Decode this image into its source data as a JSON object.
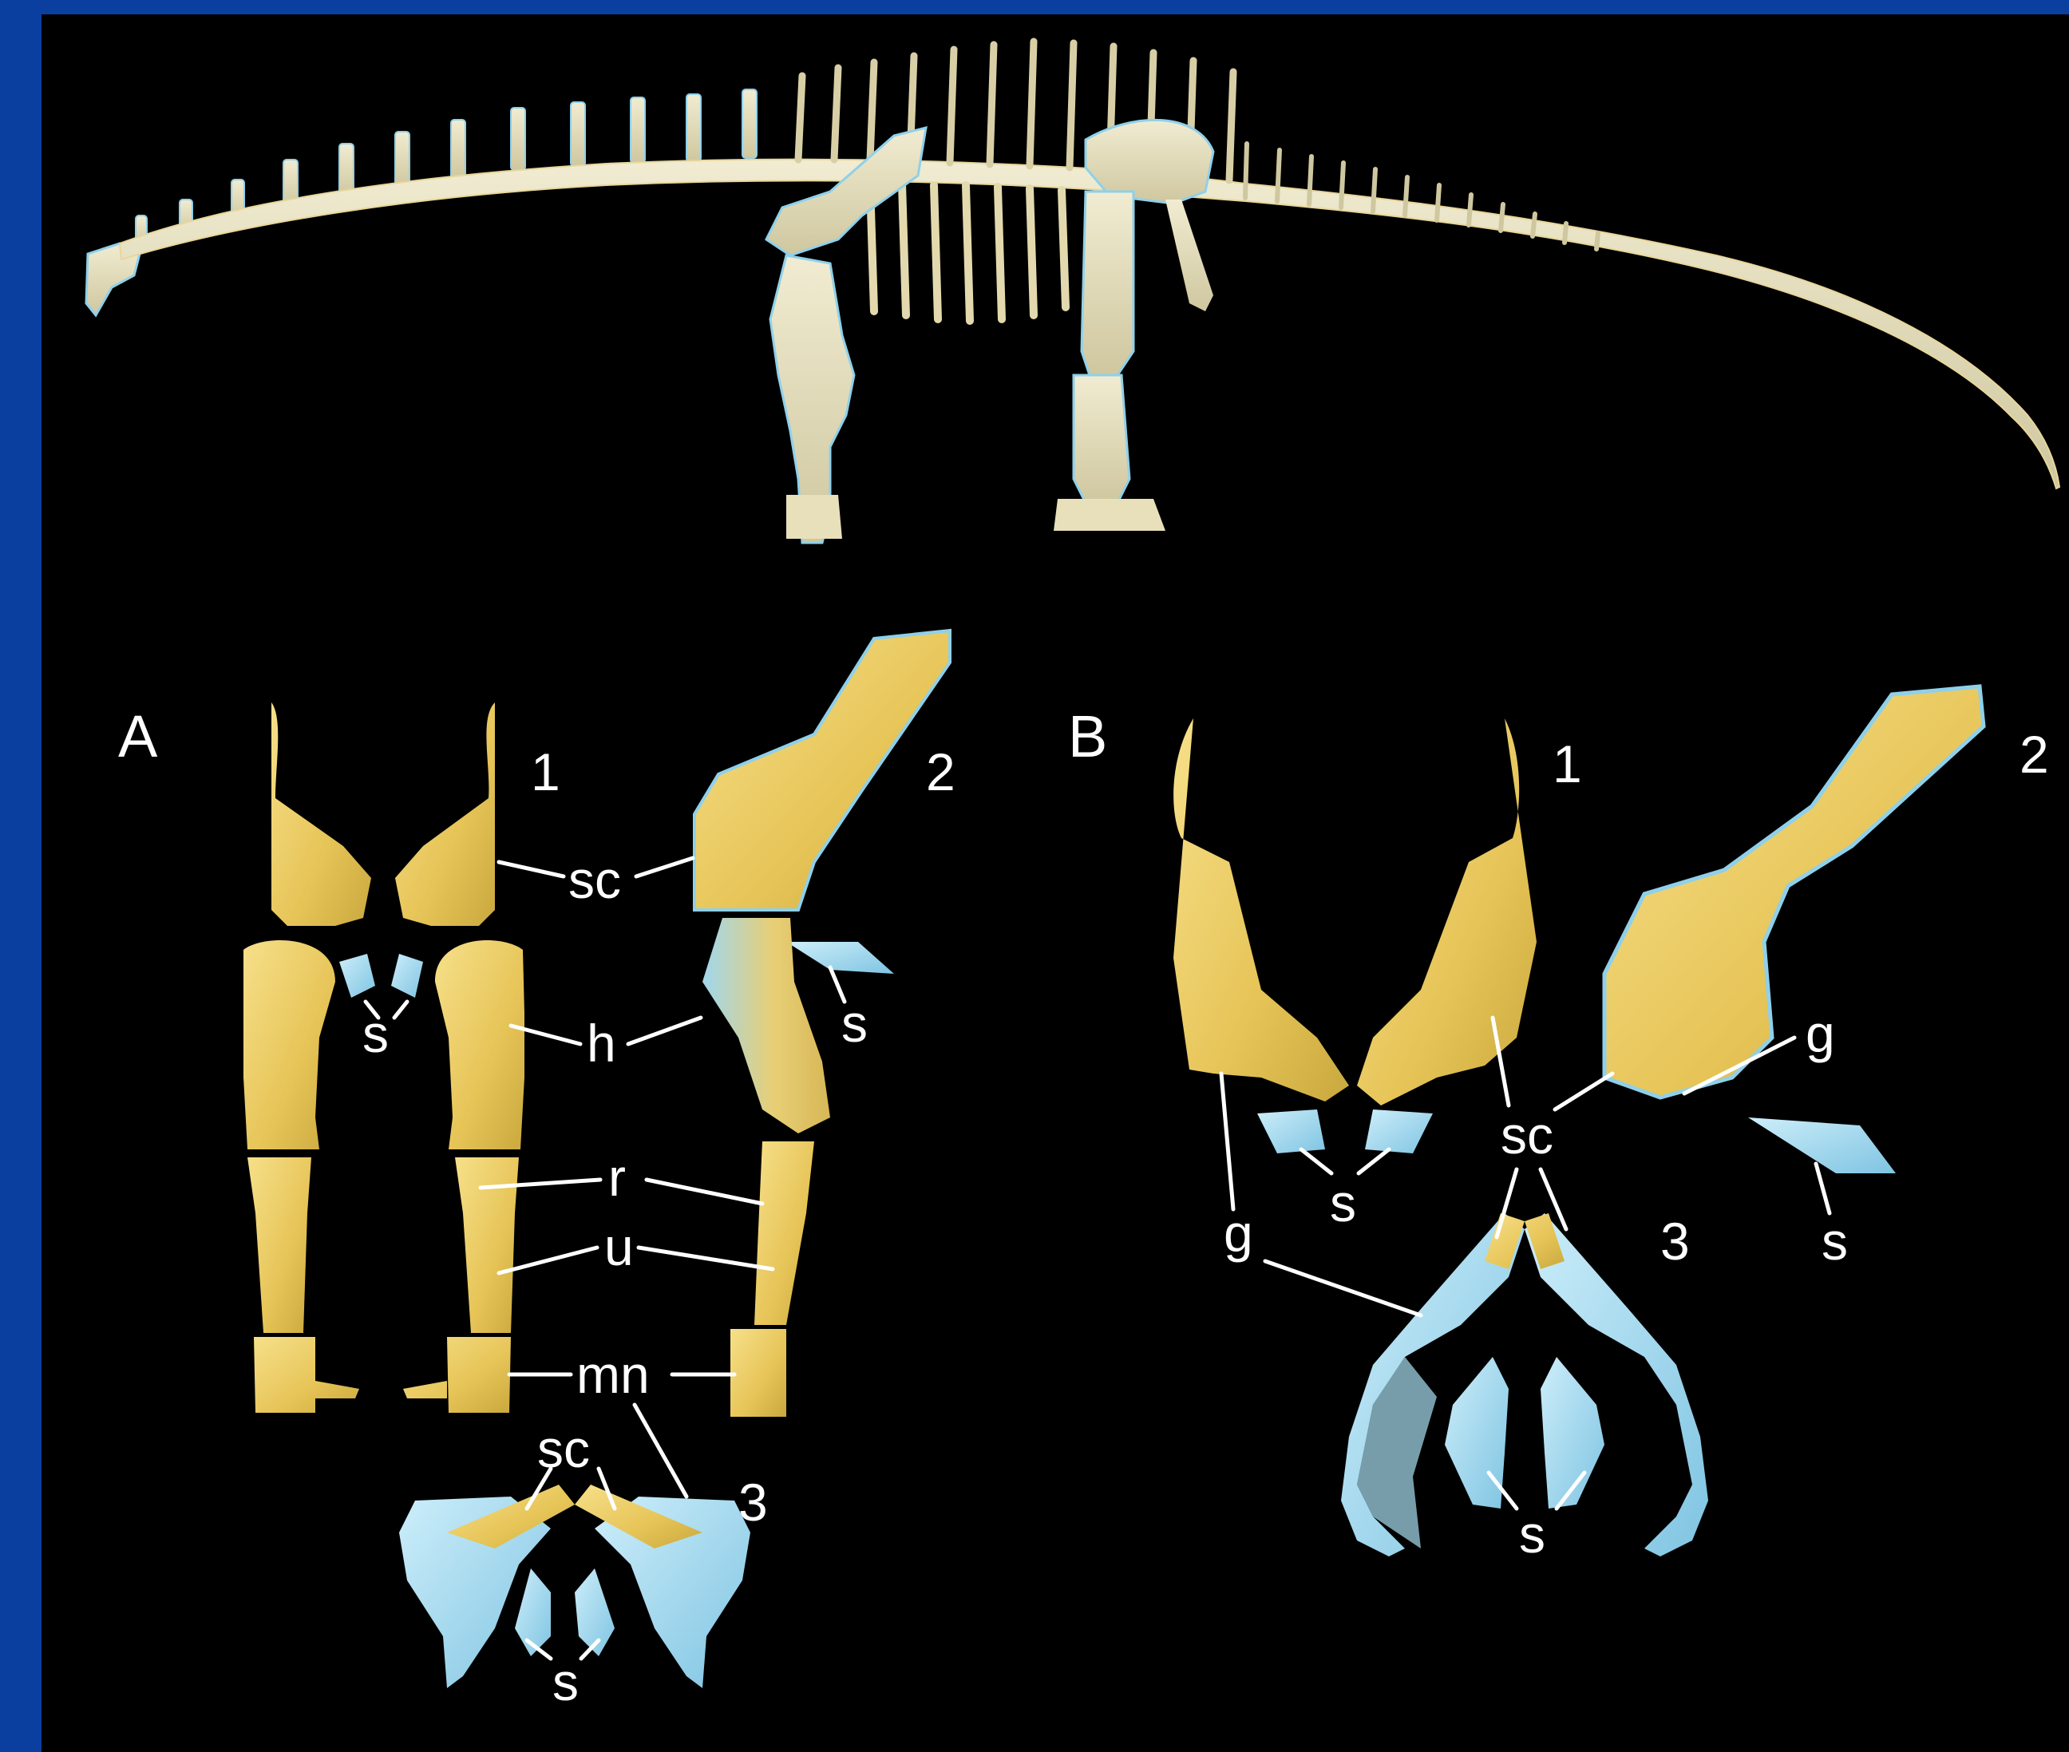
{
  "figure": {
    "colors": {
      "border": "#0a3fa0",
      "background": "#000000",
      "bone_yellow": "#f2d46a",
      "bone_cream": "#e4dcb6",
      "bone_blue": "#8fd0ea",
      "label": "#ffffff"
    },
    "panel_a": {
      "letter": "A",
      "view_1": "1",
      "view_2": "2",
      "view_3": "3",
      "labels": {
        "sc": "sc",
        "s": "s",
        "h": "h",
        "r": "r",
        "u": "u",
        "mn": "mn"
      }
    },
    "panel_b": {
      "letter": "B",
      "view_1": "1",
      "view_2": "2",
      "view_3": "3",
      "labels": {
        "sc": "sc",
        "s": "s",
        "g": "g"
      }
    }
  }
}
